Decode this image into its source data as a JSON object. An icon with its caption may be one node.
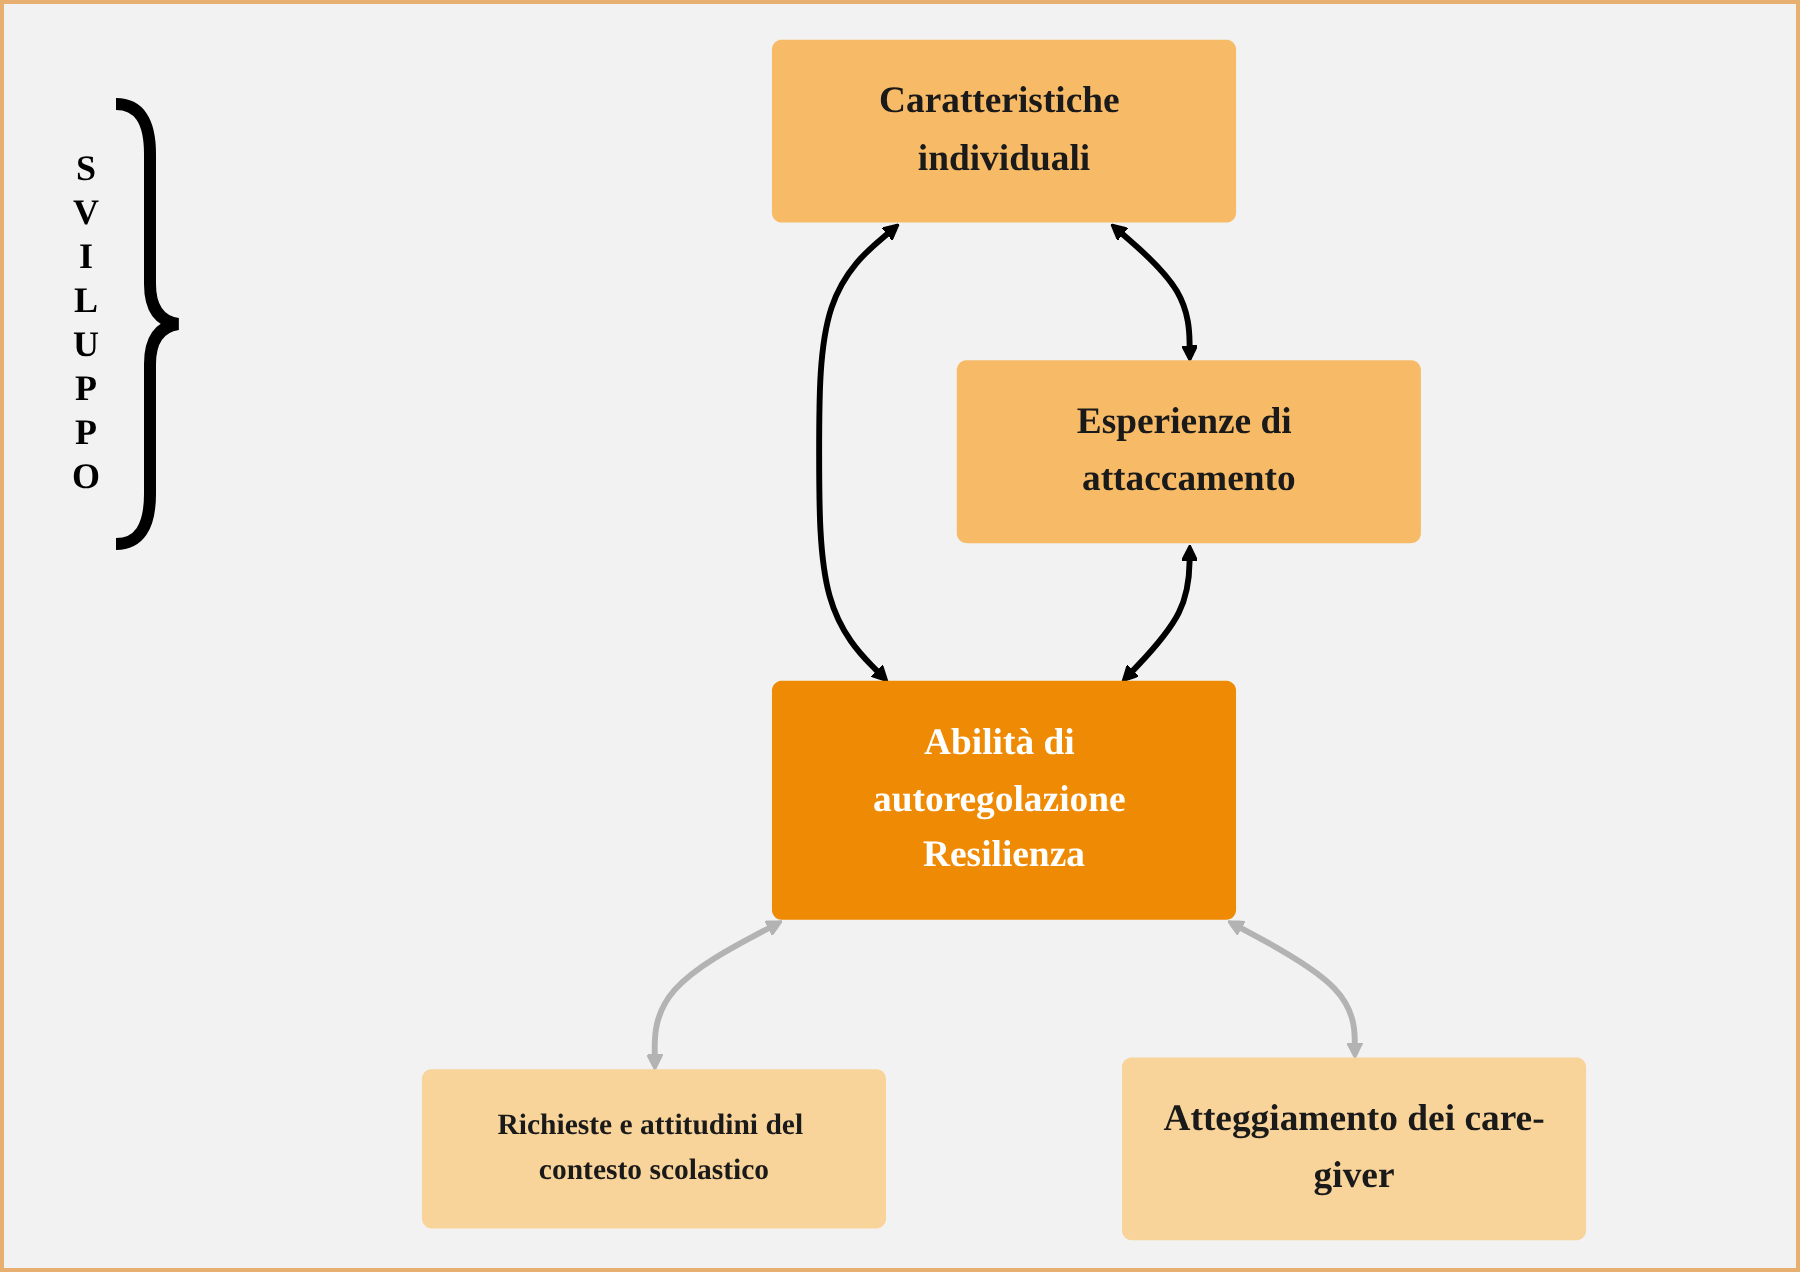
{
  "diagram": {
    "nodes": [
      {
        "text": [
          "Caratteristiche individuali"
        ]
      },
      {
        "text": [
          "Esperienze di attaccamento"
        ]
      },
      {
        "text": [
          "Abilità di autoregolazione Resilienza"
        ]
      },
      {
        "text": [
          "Richieste e attitudini del contesto scolastico"
        ]
      },
      {
        "text": [
          "Atteggiamento dei care-giver"
        ]
      }
    ],
    "edges": [
      {
        "from": 0,
        "to": 1,
        "arrow": "both"
      },
      {
        "from": 0,
        "to": 2,
        "arrow": "both"
      },
      {
        "from": 1,
        "to": 2,
        "arrow": "both"
      },
      {
        "from": 2,
        "to": 3,
        "arrow": "both",
        "color": "#b3b3b3"
      },
      {
        "from": 2,
        "to": 4,
        "arrow": "both",
        "color": "#b3b3b3"
      }
    ],
    "labels": [
      "SVILUPPO"
    ]
  }
}
